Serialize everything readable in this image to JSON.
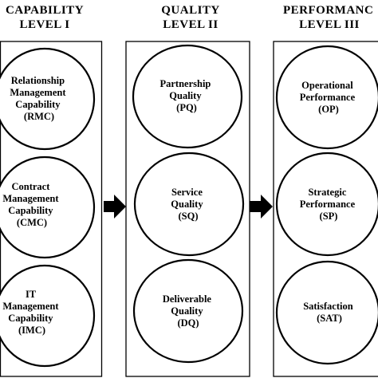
{
  "columns": [
    {
      "title": "CAPABILITY",
      "subtitle": "LEVEL I",
      "nodes": [
        {
          "lines": [
            "Relationship",
            "Management",
            "Capability",
            "(RMC)"
          ]
        },
        {
          "lines": [
            "Contract",
            "Management",
            "Capability",
            "(CMC)"
          ]
        },
        {
          "lines": [
            "IT",
            "Management",
            "Capability",
            "(IMC)"
          ]
        }
      ]
    },
    {
      "title": "QUALITY",
      "subtitle": "LEVEL II",
      "nodes": [
        {
          "lines": [
            "Partnership",
            "Quality",
            "(PQ)"
          ]
        },
        {
          "lines": [
            "Service",
            "Quality",
            "(SQ)"
          ]
        },
        {
          "lines": [
            "Deliverable",
            "Quality",
            "(DQ)"
          ]
        }
      ]
    },
    {
      "title": "PERFORMANC",
      "subtitle": "LEVEL III",
      "nodes": [
        {
          "lines": [
            "Operational",
            "Performance",
            "(OP)"
          ]
        },
        {
          "lines": [
            "Strategic",
            "Performance",
            "(SP)"
          ]
        },
        {
          "lines": [
            "Satisfaction",
            "(SAT)"
          ]
        }
      ]
    }
  ],
  "arrows": [
    {
      "from": "LEVEL I",
      "to": "LEVEL II"
    },
    {
      "from": "LEVEL II",
      "to": "LEVEL III"
    }
  ]
}
